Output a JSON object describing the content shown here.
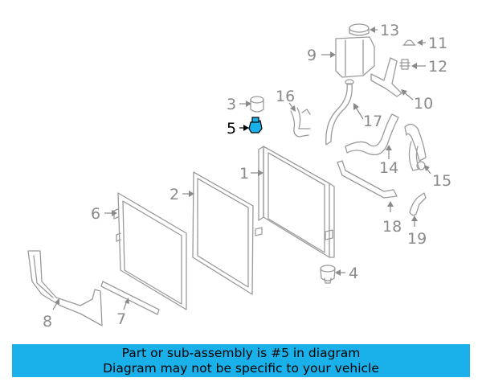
{
  "diagram": {
    "highlight_color": "#1ab0ea",
    "callouts": [
      {
        "id": "13",
        "label": "13",
        "name": "reservoir-cap"
      },
      {
        "id": "11",
        "label": "11",
        "name": "cap-nut"
      },
      {
        "id": "9",
        "label": "9",
        "name": "coolant-reservoir"
      },
      {
        "id": "12",
        "label": "12",
        "name": "fitting"
      },
      {
        "id": "10",
        "label": "10",
        "name": "reservoir-bracket"
      },
      {
        "id": "3",
        "label": "3",
        "name": "radiator-cap"
      },
      {
        "id": "16",
        "label": "16",
        "name": "small-hose"
      },
      {
        "id": "5",
        "label": "5",
        "name": "drain-valve",
        "highlighted": true
      },
      {
        "id": "17",
        "label": "17",
        "name": "upper-hose"
      },
      {
        "id": "14",
        "label": "14",
        "name": "lower-hose"
      },
      {
        "id": "15",
        "label": "15",
        "name": "outlet-hose"
      },
      {
        "id": "1",
        "label": "1",
        "name": "radiator"
      },
      {
        "id": "2",
        "label": "2",
        "name": "condenser"
      },
      {
        "id": "6",
        "label": "6",
        "name": "shroud"
      },
      {
        "id": "18",
        "label": "18",
        "name": "bracket-rail"
      },
      {
        "id": "19",
        "label": "19",
        "name": "clip"
      },
      {
        "id": "4",
        "label": "4",
        "name": "drain-plug"
      },
      {
        "id": "8",
        "label": "8",
        "name": "side-seal"
      },
      {
        "id": "7",
        "label": "7",
        "name": "seal-strip"
      }
    ]
  },
  "banner": {
    "line1": "Part or sub-assembly is #5 in diagram",
    "line2": "Diagram may not be specific to your vehicle",
    "color": "#1ab0ea"
  }
}
